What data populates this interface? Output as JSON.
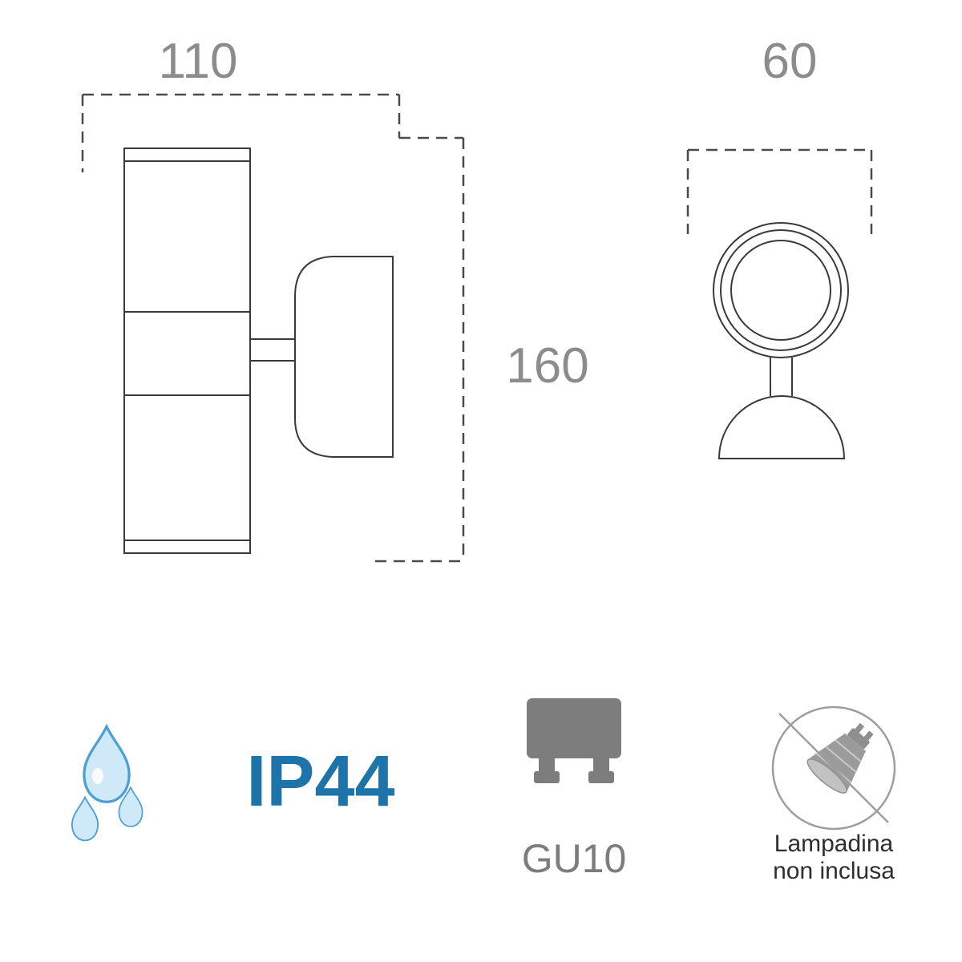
{
  "side_view": {
    "width_label": "110",
    "height_label": "160"
  },
  "front_view": {
    "depth_label": "60"
  },
  "features": {
    "ip_rating": "IP44",
    "socket_label": "GU10",
    "bulb_note_line1": "Lampadina",
    "bulb_note_line2": "non inclusa"
  },
  "icons": {
    "waterproof": "water-drops-icon",
    "ingress_protection": "ip44-rating-text",
    "socket": "gu10-socket-icon",
    "no_bulb": "bulb-not-included-icon"
  },
  "colors": {
    "ip_blue": "#1e73a8",
    "drop_fill": "#cfe9f8",
    "drop_stroke": "#4aa0d6",
    "icon_gray": "#7d7d7d",
    "note_gray": "#2e2e2e",
    "line_dark": "#3a3a3a",
    "dim_gray": "#8c8c8c"
  }
}
